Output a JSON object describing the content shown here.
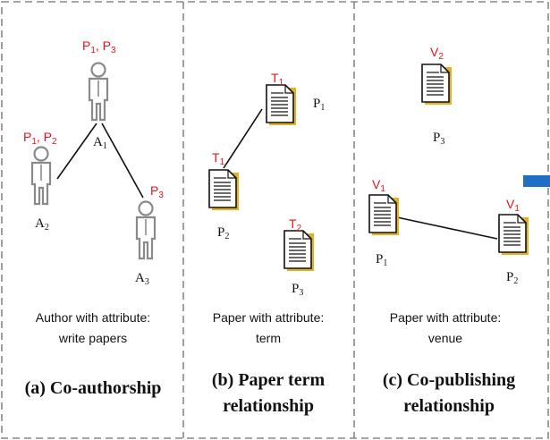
{
  "colors": {
    "accent_red": "#e8141b",
    "doc_shadow": "#e3b21f",
    "blue_mark": "#1f6fc4",
    "border_gray": "#888888"
  },
  "panel_a": {
    "labels": {
      "p1p3_main": "P",
      "p1p3_sub1": "1",
      "p1p3_comma": ", P",
      "p1p3_sub2": "3",
      "p1p2_main": "P",
      "p1p2_sub1": "1",
      "p1p2_comma": ", P",
      "p1p2_sub2": "2",
      "p3_main": "P",
      "p3_sub": "3"
    },
    "authors": {
      "a1_main": "A",
      "a1_sub": "1",
      "a2_main": "A",
      "a2_sub": "2",
      "a3_main": "A",
      "a3_sub": "3"
    },
    "caption_line1": "Author with attribute:",
    "caption_line2": "write papers",
    "title_line1": "(a) Co-authorship"
  },
  "panel_b": {
    "terms": {
      "t1a_main": "T",
      "t1a_sub": "1",
      "t1b_main": "T",
      "t1b_sub": "1",
      "t2_main": "T",
      "t2_sub": "2"
    },
    "papers": {
      "p1_main": "P",
      "p1_sub": "1",
      "p2_main": "P",
      "p2_sub": "2",
      "p3_main": "P",
      "p3_sub": "3"
    },
    "caption_line1": "Paper with attribute:",
    "caption_line2": "term",
    "title_line1": "(b) Paper term",
    "title_line2": "relationship"
  },
  "panel_c": {
    "venues": {
      "v2_main": "V",
      "v2_sub": "2",
      "v1a_main": "V",
      "v1a_sub": "1",
      "v1b_main": "V",
      "v1b_sub": "1"
    },
    "papers": {
      "p3_main": "P",
      "p3_sub": "3",
      "p1_main": "P",
      "p1_sub": "1",
      "p2_main": "P",
      "p2_sub": "2"
    },
    "caption_line1": "Paper with attribute:",
    "caption_line2": "venue",
    "title_line1": "(c) Co-publishing",
    "title_line2": "relationship"
  }
}
